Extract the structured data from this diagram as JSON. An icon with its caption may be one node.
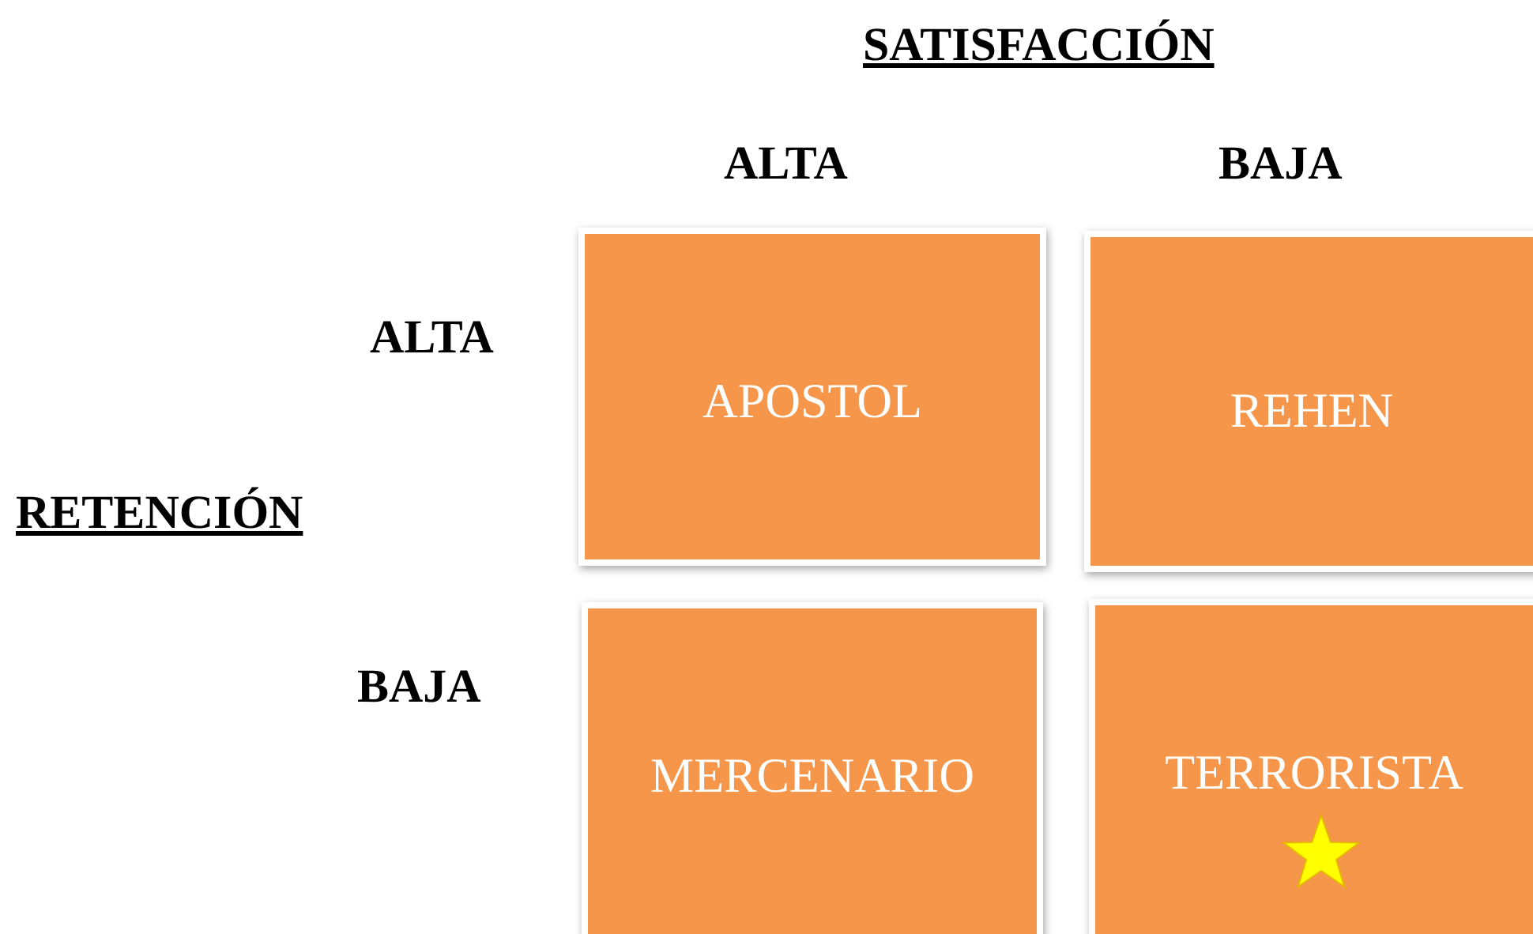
{
  "diagram": {
    "nodes": [
      {
        "text": [
          "APOSTOL"
        ]
      },
      {
        "text": [
          "REHEN"
        ]
      },
      {
        "text": [
          "MERCENARIO"
        ]
      },
      {
        "text": [
          "TERRORISTA"
        ]
      }
    ],
    "labels": [
      "SATISFACCIÓN",
      "ALTA",
      "BAJA",
      "ALTA",
      "RETENCIÓN",
      "BAJA"
    ]
  }
}
